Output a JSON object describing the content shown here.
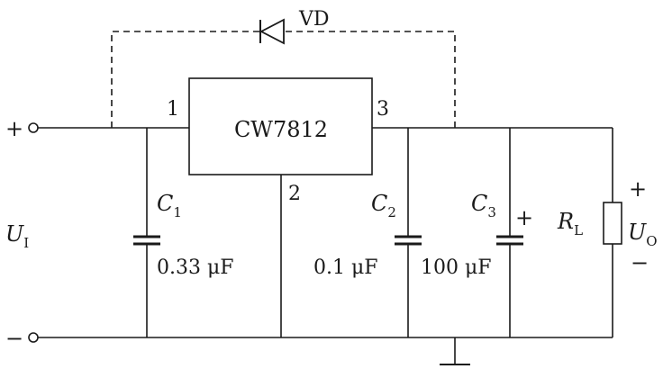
{
  "regulator": {
    "label": "CW7812"
  },
  "pins": {
    "in": "1",
    "gnd": "2",
    "out": "3"
  },
  "diode": {
    "label": "VD"
  },
  "capacitors": [
    {
      "name": "C",
      "sub": "1",
      "value": "0.33 μF"
    },
    {
      "name": "C",
      "sub": "2",
      "value": "0.1 μF"
    },
    {
      "name": "C",
      "sub": "3",
      "value": "100 μF",
      "polarity": "+"
    }
  ],
  "load": {
    "name": "R",
    "sub": "L"
  },
  "input": {
    "name": "U",
    "sub": "I",
    "plus": "+",
    "minus": "−"
  },
  "output": {
    "name": "U",
    "sub": "O",
    "plus": "+",
    "minus": "−"
  }
}
